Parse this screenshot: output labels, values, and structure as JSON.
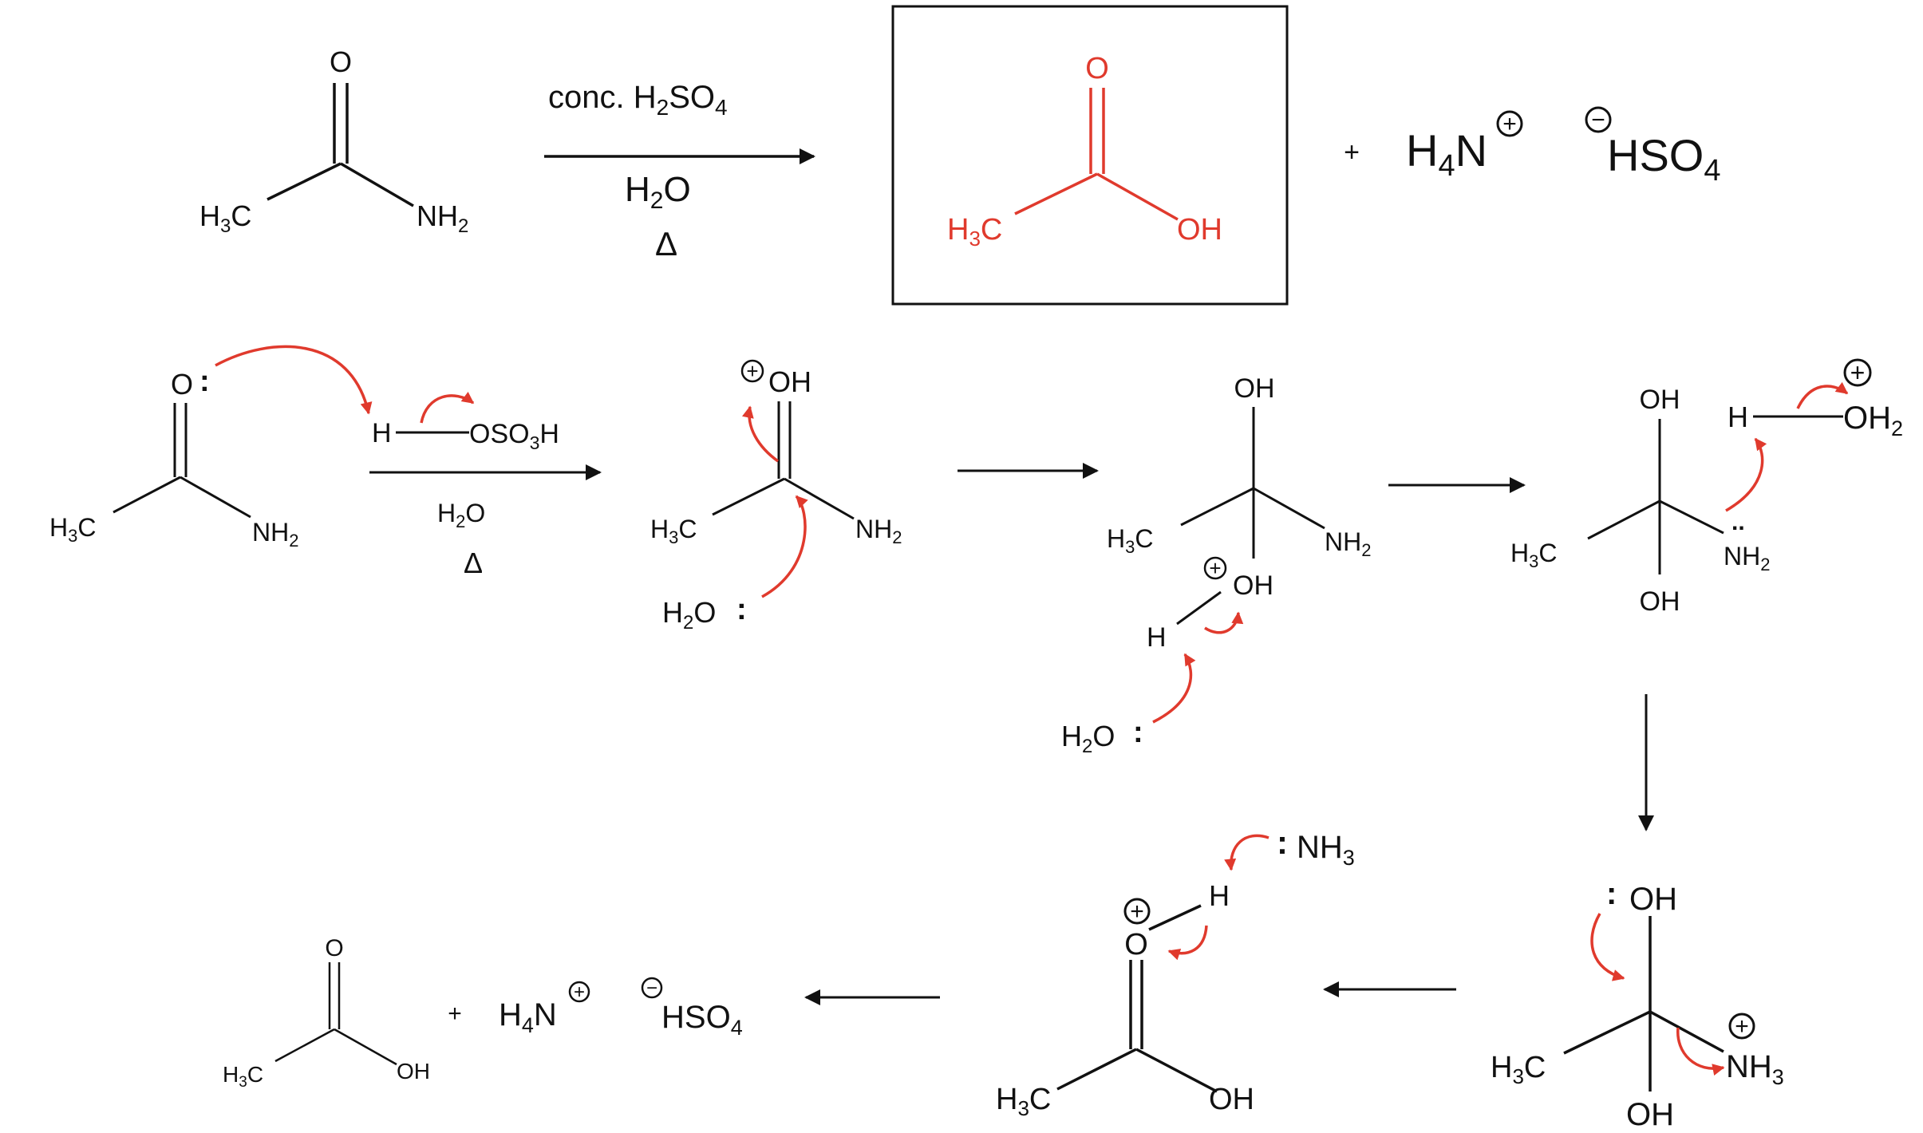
{
  "colors": {
    "ink": "#111111",
    "accent": "#e03a2d"
  },
  "top": {
    "reactant": {
      "o": "O",
      "ch3": "H",
      "ch3_sub": "3",
      "ch3_tail": "C",
      "nh": "NH",
      "nh_sub": "2"
    },
    "conditions": {
      "reagent_pre": "conc. H",
      "reagent_sub": "2",
      "reagent_mid": "SO",
      "reagent_sub2": "4",
      "solvent_h": "H",
      "solvent_sub": "2",
      "solvent_o": "O",
      "heat": "Δ"
    },
    "product": {
      "o": "O",
      "ch3": "H",
      "ch3_sub": "3",
      "ch3_tail": "C",
      "oh": "OH"
    },
    "plus": "+",
    "ammonium": {
      "h": "H",
      "sub": "4",
      "n": "N",
      "charge": "+"
    },
    "bisulfate": {
      "charge": "−",
      "text": "HSO",
      "sub": "4"
    }
  },
  "mechanism": {
    "step1": {
      "o": "O",
      "lone_pair": ":",
      "ch3": "H",
      "ch3_sub": "3",
      "ch3_tail": "C",
      "nh": "NH",
      "nh_sub": "2",
      "acid_h": "H",
      "acid_rest": "OSO",
      "acid_sub": "3",
      "acid_tail": "H",
      "cond_h": "H",
      "cond_sub": "2",
      "cond_o": "O",
      "cond_heat": "Δ"
    },
    "step2": {
      "charge": "+",
      "oh": "OH",
      "ch3": "H",
      "ch3_sub": "3",
      "ch3_tail": "C",
      "nh": "NH",
      "nh_sub": "2",
      "water_h": "H",
      "water_sub": "2",
      "water_o": "O",
      "water_lp": ":"
    },
    "step3": {
      "oh_top": "OH",
      "ch3": "H",
      "ch3_sub": "3",
      "ch3_tail": "C",
      "nh": "NH",
      "nh_sub": "2",
      "charge": "+",
      "oh_plus": "OH",
      "h": "H",
      "water_h": "H",
      "water_sub": "2",
      "water_o": "O",
      "water_lp": ":"
    },
    "step4": {
      "oh_top": "OH",
      "oh_bottom": "OH",
      "ch3": "H",
      "ch3_sub": "3",
      "ch3_tail": "C",
      "nh_lp": "..",
      "nh": "NH",
      "nh_sub": "2",
      "h": "H",
      "oh2": "OH",
      "oh2_sub": "2",
      "charge": "+"
    },
    "step5": {
      "lp": ":",
      "oh_top": "OH",
      "oh_bottom": "OH",
      "ch3": "H",
      "ch3_sub": "3",
      "ch3_tail": "C",
      "charge": "+",
      "nh": "NH",
      "nh_sub": "3"
    },
    "step6": {
      "charge": "+",
      "o": "O",
      "h": "H",
      "lp": ":",
      "nh": "NH",
      "nh_sub": "3",
      "ch3": "H",
      "ch3_sub": "3",
      "ch3_tail": "C",
      "oh": "OH"
    },
    "final": {
      "o": "O",
      "ch3": "H",
      "ch3_sub": "3",
      "ch3_tail": "C",
      "oh": "OH",
      "plus": "+",
      "ammonium": {
        "h": "H",
        "sub": "4",
        "n": "N",
        "charge": "+"
      },
      "bisulfate": {
        "charge": "−",
        "text": "HSO",
        "sub": "4"
      }
    }
  }
}
